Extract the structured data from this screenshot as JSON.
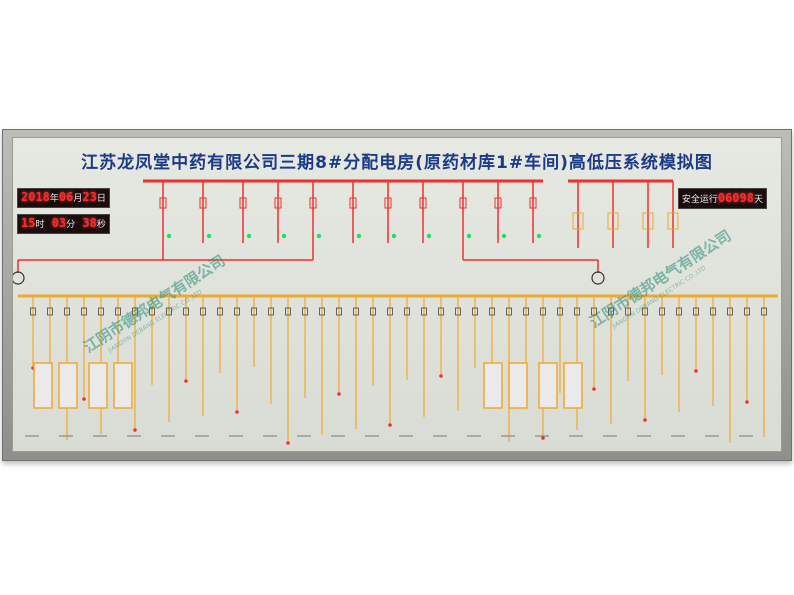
{
  "board": {
    "title": "江苏龙凤堂中药有限公司三期8#分配电房(原药材库1#车间)高低压系统模拟图",
    "date": {
      "year": "2018",
      "year_unit": "年",
      "month": "06",
      "month_unit": "月",
      "day": "23",
      "day_unit": "日"
    },
    "time": {
      "hour": "15",
      "hour_unit": "时",
      "minute": "03",
      "minute_unit": "分",
      "second": "38",
      "second_unit": "秒"
    },
    "safe_run": {
      "label": "安全运行",
      "days": "06098",
      "unit": "天"
    },
    "watermark": {
      "text": "江阴市德邦电气有限公司",
      "sub": "JIANGYIN DEBANG ELECTRIC CO.,LTD"
    }
  },
  "colors": {
    "hv_line": "#ee3030",
    "lv_line": "#f2a82a",
    "green_lamp": "#22dd66",
    "title": "#1c3a86",
    "led": "#ff2a2a"
  }
}
